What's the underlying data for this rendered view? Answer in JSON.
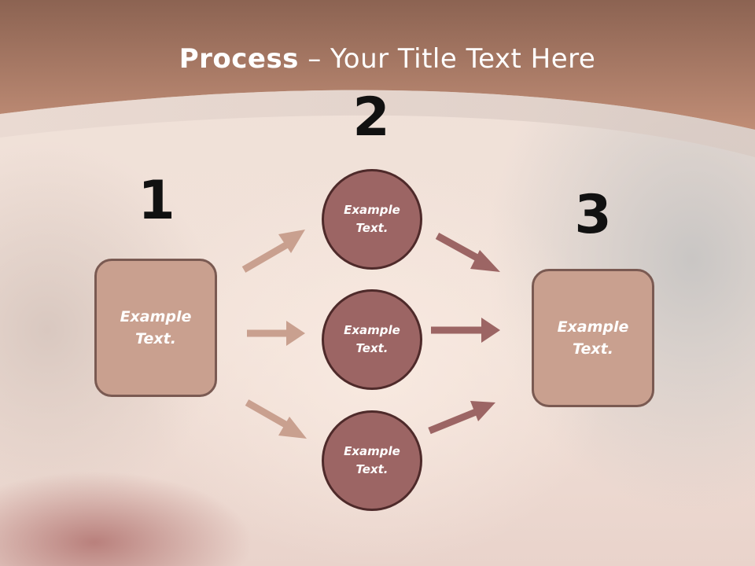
{
  "title": {
    "bold": "Process",
    "rest": " – Your Title Text Here"
  },
  "stages": [
    {
      "number": "1"
    },
    {
      "number": "2"
    },
    {
      "number": "3"
    }
  ],
  "left_box": {
    "text": "Example\nText."
  },
  "right_box": {
    "text": "Example\nText."
  },
  "circles": [
    {
      "text": "Example\nText."
    },
    {
      "text": "Example\nText."
    },
    {
      "text": "Example\nText."
    }
  ],
  "colors": {
    "header": "#b48671",
    "box_fill": "#c9a08f",
    "circle_fill": "#9c6564",
    "arrow_light": "#c9a08f",
    "arrow_dark": "#9c6564"
  }
}
